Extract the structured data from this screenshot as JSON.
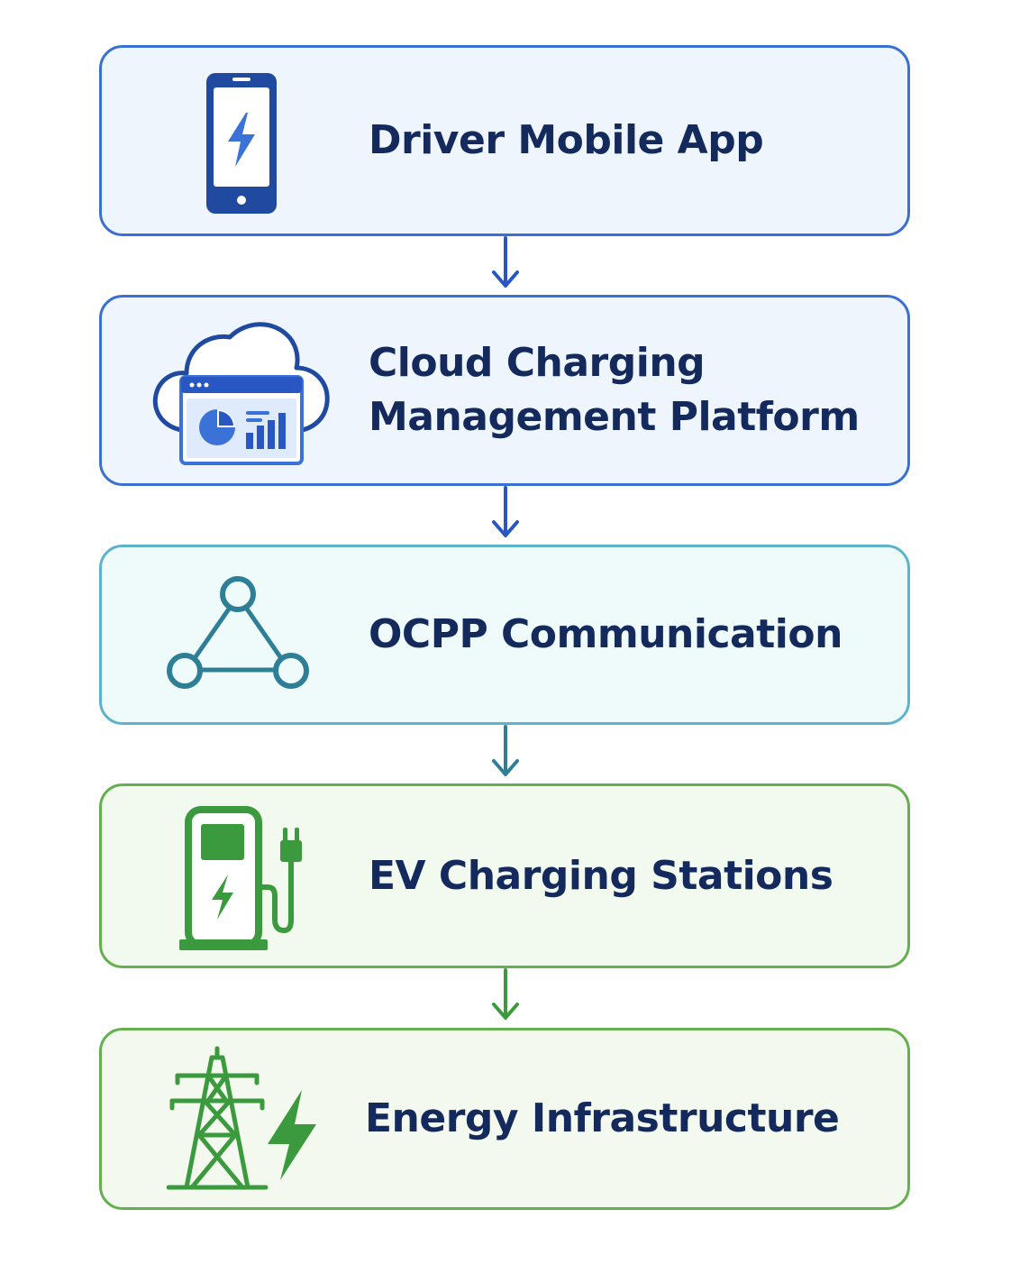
{
  "colors": {
    "text": "#142a5c",
    "blue_dark": "#1f4aa0",
    "blue_mid": "#3a72d8",
    "teal": "#2e86a0",
    "green": "#3c9a3e",
    "green_light": "#5caf47"
  },
  "diagram": {
    "nodes": [
      {
        "id": "app",
        "label_lines": [
          "Driver Mobile App"
        ],
        "icon": "smartphone-lightning-icon",
        "border": "#3a6fd3",
        "arrow_below": "#2856c2"
      },
      {
        "id": "cloud",
        "label_lines": [
          "Cloud Charging",
          "Management Platform"
        ],
        "icon": "cloud-dashboard-icon",
        "border": "#3a6fd3",
        "arrow_below": "#2856c2"
      },
      {
        "id": "ocpp",
        "label_lines": [
          "OCPP Communication"
        ],
        "icon": "network-triangle-icon",
        "border": "#5bb4cb",
        "arrow_below": "#2e7f96"
      },
      {
        "id": "stations",
        "label_lines": [
          "EV Charging Stations"
        ],
        "icon": "ev-charger-icon",
        "border": "#64b04e",
        "arrow_below": "#3a9a3c"
      },
      {
        "id": "energy",
        "label_lines": [
          "Energy Infrastructure"
        ],
        "icon": "power-pylon-lightning-icon",
        "border": "#64b04e",
        "arrow_below": null
      }
    ],
    "edges": [
      {
        "from": "app",
        "to": "cloud"
      },
      {
        "from": "cloud",
        "to": "ocpp"
      },
      {
        "from": "ocpp",
        "to": "stations"
      },
      {
        "from": "stations",
        "to": "energy"
      }
    ]
  }
}
